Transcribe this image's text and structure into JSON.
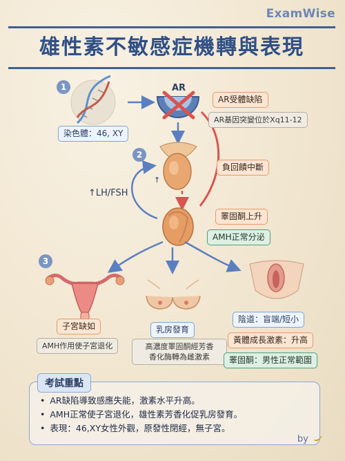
{
  "brand": "ExamWise",
  "title": "雄性素不敏感症機轉與表現",
  "steps": [
    "1",
    "2",
    "3"
  ],
  "chromosome": {
    "label": "染色體：46, XY"
  },
  "receptor": {
    "label": "AR",
    "defect_title": "AR受體缺陷",
    "defect_detail": "AR基因突變位於Xq11-12"
  },
  "feedback": {
    "negative_feedback": "負回饋中斷",
    "lh_fsh": "↑LH/FSH",
    "pituitary_up": "↑"
  },
  "testis": {
    "testosterone": "睪固酮上升",
    "amh": "AMH正常分泌"
  },
  "outcomes": {
    "uterus": {
      "title": "子宮缺如",
      "detail": "AMH作用使子宮退化"
    },
    "breast": {
      "title": "乳房發育",
      "detail_line1": "高濃度睪固酮經芳香",
      "detail_line2": "香化酶轉為雌激素"
    },
    "vagina": {
      "title": "陰道：盲端/短小",
      "lh": "黃體成長激素：升高",
      "testosterone": "睪固酮：男性正常範圍"
    }
  },
  "key_points": {
    "title": "考試重點",
    "items": [
      "AR缺陷導致感應失能，激素水平升高。",
      "AMH正常使子宮退化，雄性素芳香化促乳房發育。",
      "表現：46,XY女性外觀，原發性閉經，無子宮。"
    ]
  },
  "footer": {
    "by": "by"
  },
  "colors": {
    "accent": "#2f4f86",
    "arrow_blue": "#5a7fc0",
    "arrow_red": "#d9534f",
    "orange_box": "#e69a67",
    "green_box": "#4aa27a"
  }
}
